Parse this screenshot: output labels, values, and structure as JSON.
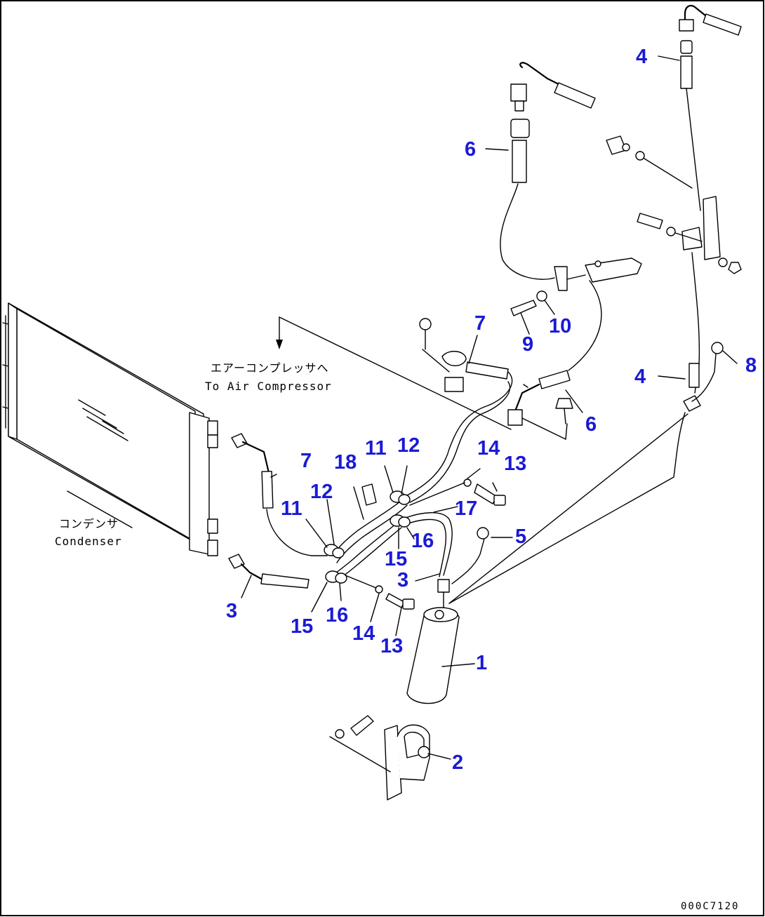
{
  "labels": {
    "to_compressor_jp": "エアーコンプレッサへ",
    "to_compressor_en": "To Air Compressor",
    "condenser_jp": "コンデンサ",
    "condenser_en": "Condenser",
    "drawing_code": "000C7120"
  },
  "callouts": {
    "n1": "1",
    "n2": "2",
    "n3a": "3",
    "n3b": "3",
    "n4a": "4",
    "n4b": "4",
    "n5": "5",
    "n6a": "6",
    "n6b": "6",
    "n7a": "7",
    "n7b": "7",
    "n8": "8",
    "n9": "9",
    "n10": "10",
    "n11a": "11",
    "n11b": "11",
    "n12a": "12",
    "n12b": "12",
    "n13a": "13",
    "n13b": "13",
    "n14a": "14",
    "n14b": "14",
    "n15a": "15",
    "n15b": "15",
    "n16a": "16",
    "n16b": "16",
    "n17": "17",
    "n18": "18"
  },
  "colors": {
    "callout": "#1a1ad6",
    "line": "#000000"
  }
}
